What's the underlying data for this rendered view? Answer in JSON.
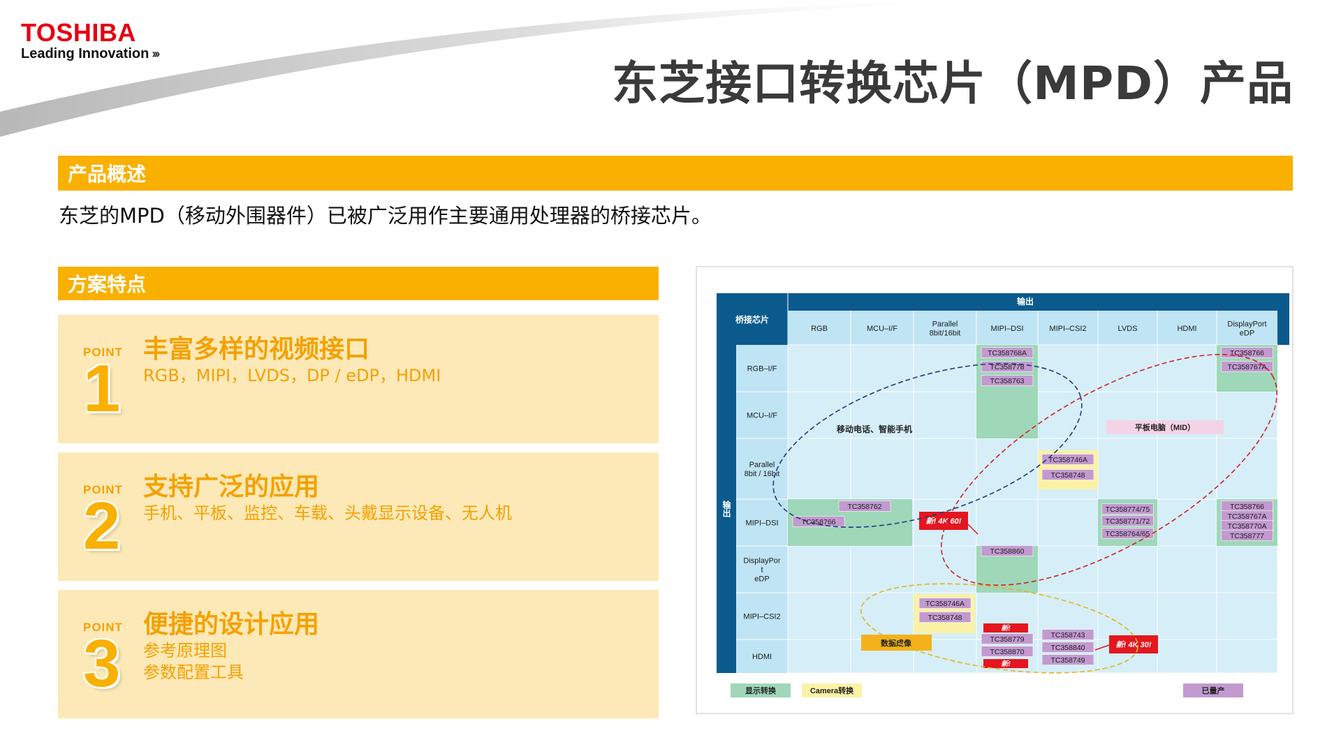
{
  "header": {
    "brand": "TOSHIBA",
    "tagline": "Leading Innovation",
    "tagline_arrows": "›››",
    "title": "东芝接口转换芯片（MPD）产品"
  },
  "overview": {
    "heading": "产品概述",
    "text": "东芝的MPD（移动外围器件）已被广泛用作主要通用处理器的桥接芯片。"
  },
  "features": {
    "heading": "方案特点",
    "points": [
      {
        "word": "POINT",
        "number": "1",
        "title": "丰富多样的视频接口",
        "lines": [
          "RGB，MIPI，LVDS，DP / eDP，HDMI"
        ]
      },
      {
        "word": "POINT",
        "number": "2",
        "title": "支持广泛的应用",
        "lines": [
          "手机、平板、监控、车载、头戴显示设备、无人机"
        ]
      },
      {
        "word": "POINT",
        "number": "3",
        "title": "便捷的设计应用",
        "lines": [
          "参考原理图",
          "参数配置工具"
        ]
      }
    ]
  },
  "diagram": {
    "corner_label": "桥接芯片",
    "output_label": "输出",
    "input_label": "输出",
    "columns": [
      "RGB",
      "MCU–I/F",
      "Parallel\n8bit/16bit",
      "MIPI–DSI",
      "MIPI–CSI2",
      "LVDS",
      "HDMI",
      "DisplayPort\neDP"
    ],
    "rows": [
      "RGB–I/F",
      "MCU–I/F",
      "Parallel\n8bit / 16bit",
      "MIPI–DSI",
      "DisplayPor\nt\neDP",
      "MIPI–CSI2",
      "HDMI"
    ],
    "annotations": {
      "mobile": "移动电话、智能手机",
      "tablet": "平板电脑（MID）",
      "imaging": "数据成像",
      "new_4k60": "新! 4K 60!",
      "new_4k30": "新! 4K 30!",
      "new_small": "新!"
    },
    "chips": {
      "c1": "TC358768A",
      "c2": "TC358778",
      "c3": "TC358763",
      "c4": "TC358766",
      "c5": "TC358767A",
      "c6": "TC358746A",
      "c7": "TC358748",
      "c8": "TC358762",
      "c9": "TC358766",
      "c10": "TC358774/75",
      "c11": "TC358771/72",
      "c12": "TC358764/65",
      "c13": "TC358766",
      "c14": "TC358767A",
      "c15": "TC358770A",
      "c16": "TC358777",
      "c17": "TC358860",
      "c18": "TC358746A",
      "c19": "TC358748",
      "c20": "TC358779",
      "c21": "TC358870",
      "c22": "TC358743",
      "c23": "TC358840",
      "c24": "TC358749"
    },
    "legend": {
      "display": "显示转换",
      "camera": "Camera转换",
      "mass": "已量产"
    },
    "colors": {
      "header_blue": "#0b5a8e",
      "cell_blue": "#d5eef8",
      "display_green": "#9fd7b9",
      "camera_yellow": "#fbf2a6",
      "chip_purple": "#c29ad0",
      "new_red": "#e4161f",
      "tablet_pink": "#f5d3e6",
      "imaging_orange": "#f3b21b"
    }
  }
}
